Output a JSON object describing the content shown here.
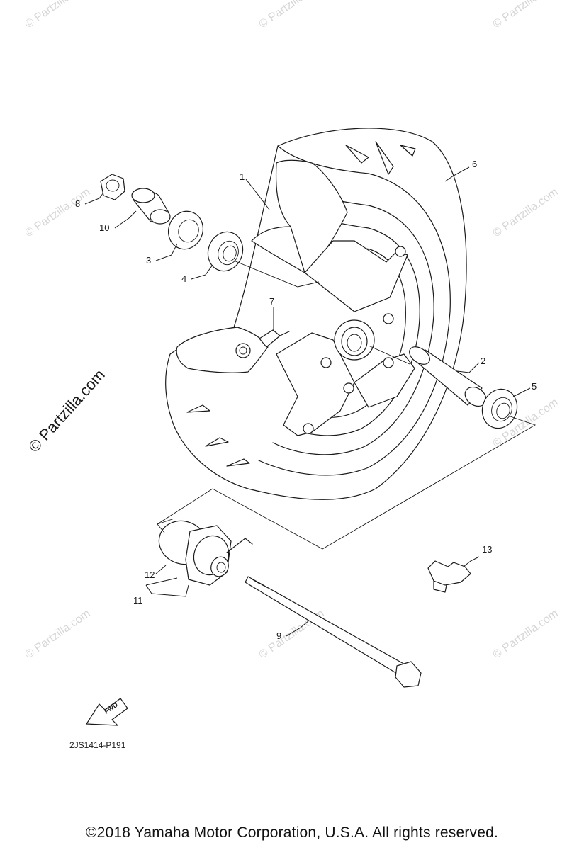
{
  "diagram": {
    "callouts": {
      "c1": "1",
      "c2": "2",
      "c3": "3",
      "c4": "4",
      "c5": "5",
      "c6": "6",
      "c7": "7",
      "c8": "8",
      "c9": "9",
      "c10": "10",
      "c11": "11",
      "c12": "12",
      "c13": "13"
    },
    "fwd_label": "FWD",
    "diagram_code": "2JS1414-P191",
    "watermark_main": "© Partzilla.com",
    "watermark_faint": "© Partzilla.com"
  },
  "footer": {
    "copyright": "©2018  Yamaha Motor Corporation, U.S.A. All rights reserved."
  }
}
